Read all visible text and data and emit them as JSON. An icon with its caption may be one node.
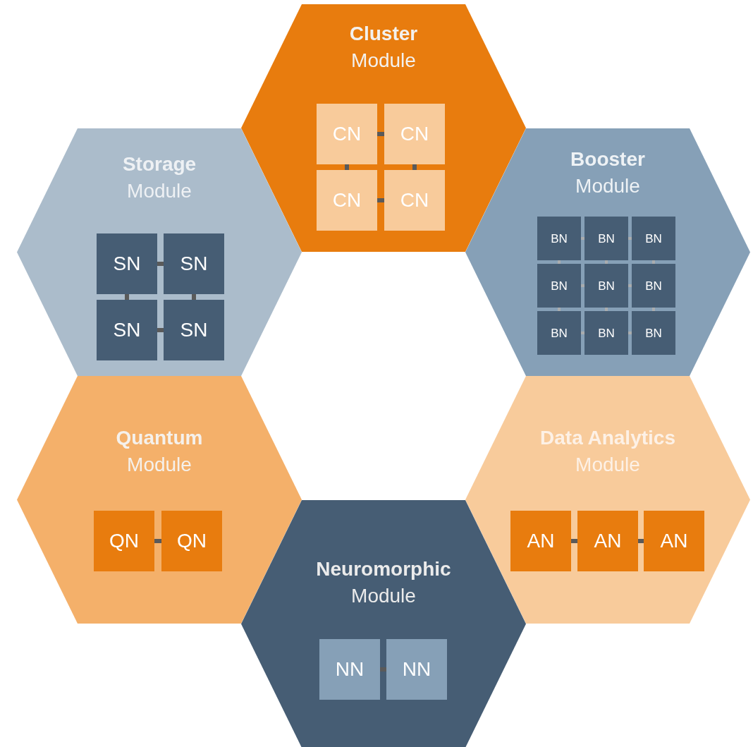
{
  "diagram": {
    "nodes": [
      {
        "text": [
          "Cluster",
          "Module"
        ]
      },
      {
        "text": [
          "CN"
        ],
        "in": 0
      },
      {
        "text": [
          "CN"
        ],
        "in": 0
      },
      {
        "text": [
          "CN"
        ],
        "in": 0
      },
      {
        "text": [
          "CN"
        ],
        "in": 0
      },
      {
        "text": [
          "Storage",
          "Module"
        ]
      },
      {
        "text": [
          "SN"
        ],
        "in": 5
      },
      {
        "text": [
          "SN"
        ],
        "in": 5
      },
      {
        "text": [
          "SN"
        ],
        "in": 5
      },
      {
        "text": [
          "SN"
        ],
        "in": 5
      },
      {
        "text": [
          "Booster",
          "Module"
        ]
      },
      {
        "text": [
          "BN"
        ],
        "in": 10
      },
      {
        "text": [
          "BN"
        ],
        "in": 10
      },
      {
        "text": [
          "BN"
        ],
        "in": 10
      },
      {
        "text": [
          "BN"
        ],
        "in": 10
      },
      {
        "text": [
          "BN"
        ],
        "in": 10
      },
      {
        "text": [
          "BN"
        ],
        "in": 10
      },
      {
        "text": [
          "BN"
        ],
        "in": 10
      },
      {
        "text": [
          "BN"
        ],
        "in": 10
      },
      {
        "text": [
          "BN"
        ],
        "in": 10
      },
      {
        "text": [
          "Quantum",
          "Module"
        ]
      },
      {
        "text": [
          "QN"
        ],
        "in": 20
      },
      {
        "text": [
          "QN"
        ],
        "in": 20
      },
      {
        "text": [
          "Data Analytics",
          "Module"
        ]
      },
      {
        "text": [
          "AN"
        ],
        "in": 23
      },
      {
        "text": [
          "AN"
        ],
        "in": 23
      },
      {
        "text": [
          "AN"
        ],
        "in": 23
      },
      {
        "text": [
          "Neuromorphic",
          "Module"
        ]
      },
      {
        "text": [
          "NN"
        ],
        "in": 27
      },
      {
        "text": [
          "NN"
        ],
        "in": 27
      }
    ],
    "edges": [
      {
        "from": 1,
        "to": 2,
        "arrow": "none"
      },
      {
        "from": 1,
        "to": 3,
        "arrow": "none"
      },
      {
        "from": 2,
        "to": 4,
        "arrow": "none"
      },
      {
        "from": 3,
        "to": 4,
        "arrow": "none"
      },
      {
        "from": 6,
        "to": 7,
        "arrow": "none"
      },
      {
        "from": 6,
        "to": 8,
        "arrow": "none"
      },
      {
        "from": 7,
        "to": 9,
        "arrow": "none"
      },
      {
        "from": 8,
        "to": 9,
        "arrow": "none"
      },
      {
        "from": 11,
        "to": 12,
        "arrow": "none",
        "color": "#a9acae"
      },
      {
        "from": 12,
        "to": 13,
        "arrow": "none",
        "color": "#a9acae"
      },
      {
        "from": 11,
        "to": 14,
        "arrow": "none",
        "color": "#a9acae"
      },
      {
        "from": 12,
        "to": 15,
        "arrow": "none",
        "color": "#a9acae"
      },
      {
        "from": 13,
        "to": 16,
        "arrow": "none",
        "color": "#a9acae"
      },
      {
        "from": 14,
        "to": 15,
        "arrow": "none",
        "color": "#a9acae"
      },
      {
        "from": 15,
        "to": 16,
        "arrow": "none",
        "color": "#a9acae"
      },
      {
        "from": 14,
        "to": 17,
        "arrow": "none",
        "color": "#a9acae"
      },
      {
        "from": 15,
        "to": 18,
        "arrow": "none",
        "color": "#a9acae"
      },
      {
        "from": 16,
        "to": 19,
        "arrow": "none",
        "color": "#a9acae"
      },
      {
        "from": 17,
        "to": 18,
        "arrow": "none",
        "color": "#a9acae"
      },
      {
        "from": 18,
        "to": 19,
        "arrow": "none",
        "color": "#a9acae"
      },
      {
        "from": 21,
        "to": 22,
        "arrow": "none"
      },
      {
        "from": 24,
        "to": 25,
        "arrow": "none"
      },
      {
        "from": 25,
        "to": 26,
        "arrow": "none"
      },
      {
        "from": 28,
        "to": 29,
        "arrow": "none"
      }
    ]
  }
}
